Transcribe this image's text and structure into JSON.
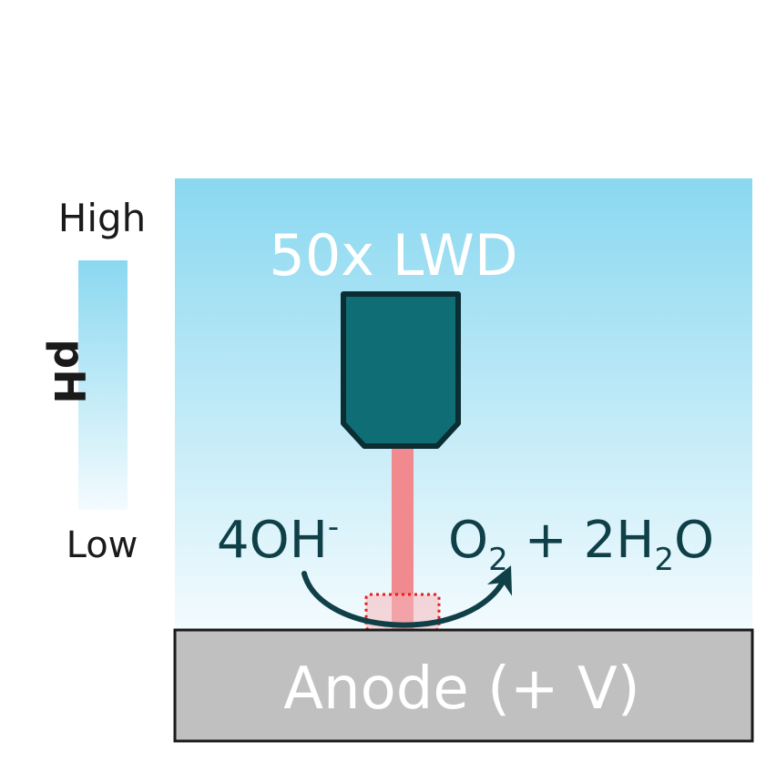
{
  "ph_scale": {
    "axis_label": "pH",
    "high_label": "High",
    "low_label": "Low"
  },
  "objective": {
    "label": "50x LWD"
  },
  "reaction": {
    "reactant_coef": "4",
    "reactant_species": "OH",
    "reactant_charge": "-",
    "product1_species": "O",
    "product1_sub": "2",
    "plus": "+",
    "product2_coef": "2",
    "product2_h": "H",
    "product2_sub": "2",
    "product2_o": "O"
  },
  "anode": {
    "label": "Anode (+ V)"
  },
  "colors": {
    "electrolyte_top": "#8ad8f0",
    "electrolyte_bottom": "#f3fbfe",
    "objective_fill": "#0f6e75",
    "objective_stroke": "#0b2e33",
    "laser": "#f08a8f",
    "focus_box": "#e02020",
    "anode_fill": "#c0c0c0",
    "arrow": "#0f3f47"
  }
}
